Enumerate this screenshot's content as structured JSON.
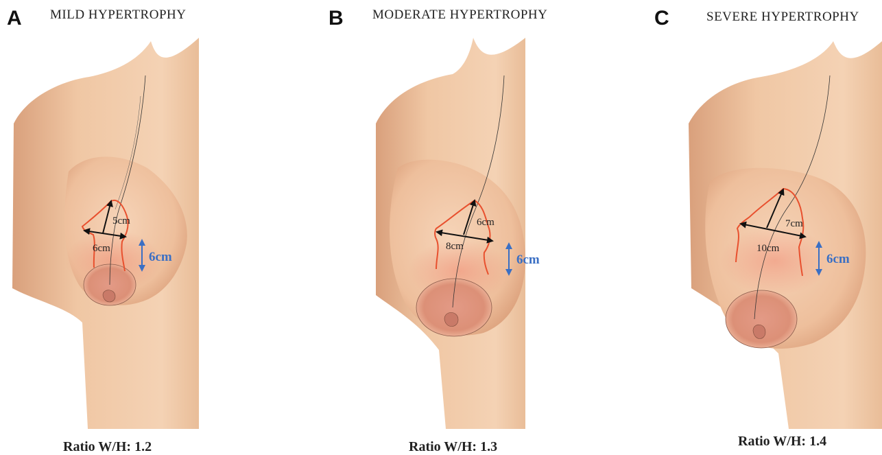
{
  "panels": [
    {
      "letter": "A",
      "title": "MILD HYPERTROPHY",
      "width_label": "6cm",
      "height_label": "5cm",
      "side_label": "6cm",
      "ratio": "Ratio W/H: 1.2"
    },
    {
      "letter": "B",
      "title": "MODERATE HYPERTROPHY",
      "width_label": "8cm",
      "height_label": "6cm",
      "side_label": "6cm",
      "ratio": "Ratio W/H: 1.3"
    },
    {
      "letter": "C",
      "title": "SEVERE HYPERTROPHY",
      "width_label": "10cm",
      "height_label": "7cm",
      "side_label": "6cm",
      "ratio": "Ratio W/H: 1.4"
    }
  ],
  "colors": {
    "skin": "#efc4a0",
    "skin_shadow": "#d99e78",
    "areola": "#d48a78",
    "outline_red": "#e8502e",
    "blue_arrow": "#3a6fc4"
  }
}
